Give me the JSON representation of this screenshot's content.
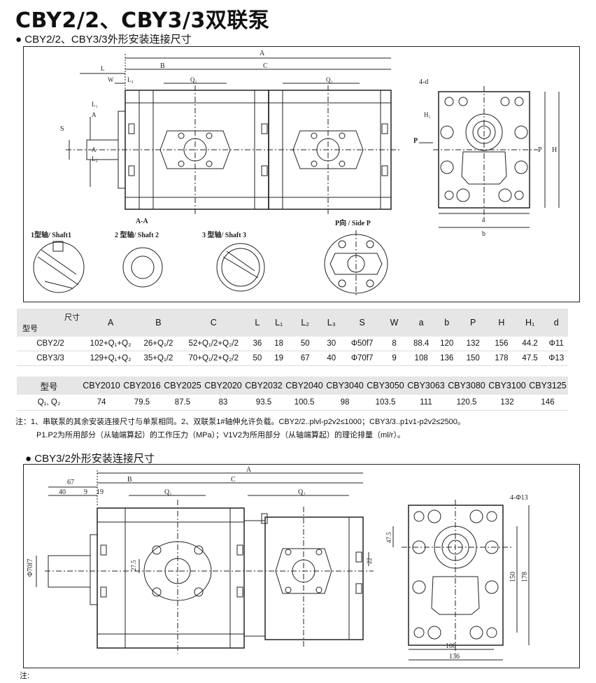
{
  "title": "CBY2/2、CBY3/3双联泵",
  "section1": {
    "heading": "CBY2/2、CBY3/3外形安装连接尺寸"
  },
  "section2": {
    "heading": "CBY3/2外形安装连接尺寸"
  },
  "drawing1": {
    "dims": {
      "A": "A",
      "B": "B",
      "C": "C",
      "L": "L",
      "L1": "L₁",
      "L2": "L₂",
      "L3": "L₃",
      "W": "W",
      "Q1": "Q₁",
      "Q2": "Q₂",
      "S": "S",
      "AA": "A",
      "4d": "4-d",
      "H1": "H₁",
      "P": "P",
      "H": "H",
      "a": "a",
      "b": "b",
      "Parrow": "P"
    },
    "labels": {
      "aa": "A-A",
      "shaft1": "1型轴/ Shaft1",
      "shaft2": "2 型轴/ Shaft 2",
      "shaft3": "3 型轴/ Shaft  3",
      "sidep": "P向 / Side P"
    }
  },
  "table1": {
    "corner_top": "尺寸",
    "corner_bottom": "型号",
    "headers": [
      "A",
      "B",
      "C",
      "L",
      "L₁",
      "L₂",
      "L₃",
      "S",
      "W",
      "a",
      "b",
      "P",
      "H",
      "H₁",
      "d"
    ],
    "rows": [
      [
        "CBY2/2",
        "102+Q₁+Q₂",
        "26+Q₁/2",
        "52+Q₁/2+Q₂/2",
        "36",
        "18",
        "50",
        "30",
        "Φ50f7",
        "8",
        "88.4",
        "120",
        "132",
        "156",
        "44.2",
        "Φ11"
      ],
      [
        "CBY3/3",
        "129+Q₁+Q₂",
        "35+Q₁/2",
        "70+Q₁/2+Q₂/2",
        "50",
        "19",
        "67",
        "40",
        "Φ70f7",
        "9",
        "108",
        "136",
        "150",
        "178",
        "47.5",
        "Φ13"
      ]
    ]
  },
  "table2": {
    "head_label": "型号",
    "row_label": "Q₁, Q₂",
    "models": [
      "CBY2010",
      "CBY2016",
      "CBY2025",
      "CBY2020",
      "CBY2032",
      "CBY2040",
      "CBY3040",
      "CBY3050",
      "CBY3063",
      "CBY3080",
      "CBY3100",
      "CBY3125"
    ],
    "values": [
      "74",
      "79.5",
      "87.5",
      "83",
      "93.5",
      "100.5",
      "98",
      "103.5",
      "111",
      "120.5",
      "132",
      "146"
    ]
  },
  "notes": {
    "line1": "注：1、串联泵的其余安装连接尺寸与单泵相同。2、双联泵1#轴伸允许负载。CBY2/2..plvl-p2v2≤1000；CBY3/3..p1v1-p2v2≤2500。",
    "line2": "P1.P2为所用部分（从轴端算起）的工作压力（MPa）；V1V2为所用部分（从轴端算起）的理论排量（ml/r）。"
  },
  "drawing2": {
    "dims": {
      "A": "A",
      "d67": "67",
      "d40": "40",
      "d9": "9",
      "d19": "19",
      "B": "B",
      "C": "C",
      "Q1": "Q₁",
      "Q2": "Q₂",
      "phi": "Φ70f7",
      "d275": "27.5",
      "d22": "22",
      "d475": "47.5",
      "d413": "4-Φ13",
      "d150": "150",
      "d178": "178",
      "d108": "108",
      "d136": "136"
    }
  },
  "footer_note": "注:"
}
